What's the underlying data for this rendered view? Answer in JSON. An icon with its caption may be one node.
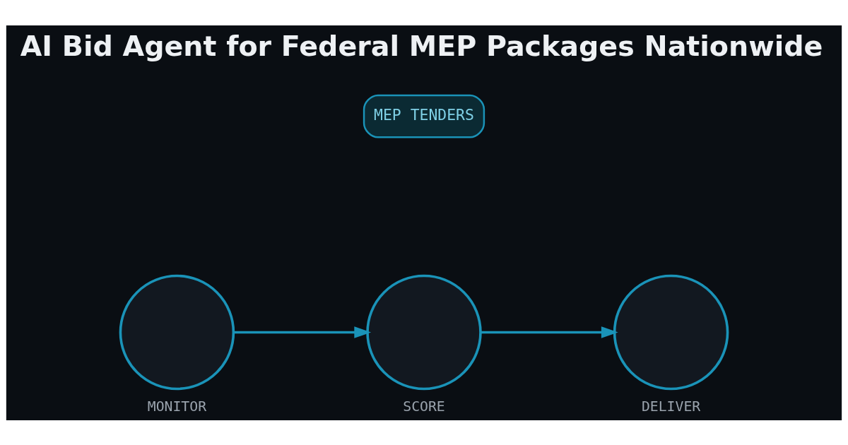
{
  "diagram": {
    "title": "AI Bid Agent for Federal MEP Packages Nationwide",
    "nodes": [
      {
        "text": [
          "MEP TENDERS"
        ]
      },
      {
        "text": [],
        "shape": "circle",
        "beside": [
          "MONITOR"
        ]
      },
      {
        "text": [],
        "shape": "circle",
        "beside": [
          "SCORE"
        ]
      },
      {
        "text": [],
        "shape": "circle",
        "beside": [
          "DELIVER"
        ]
      }
    ],
    "edges": [
      {
        "from": 1,
        "to": 2,
        "arrow": "to"
      },
      {
        "from": 2,
        "to": 3,
        "arrow": "to"
      }
    ]
  }
}
